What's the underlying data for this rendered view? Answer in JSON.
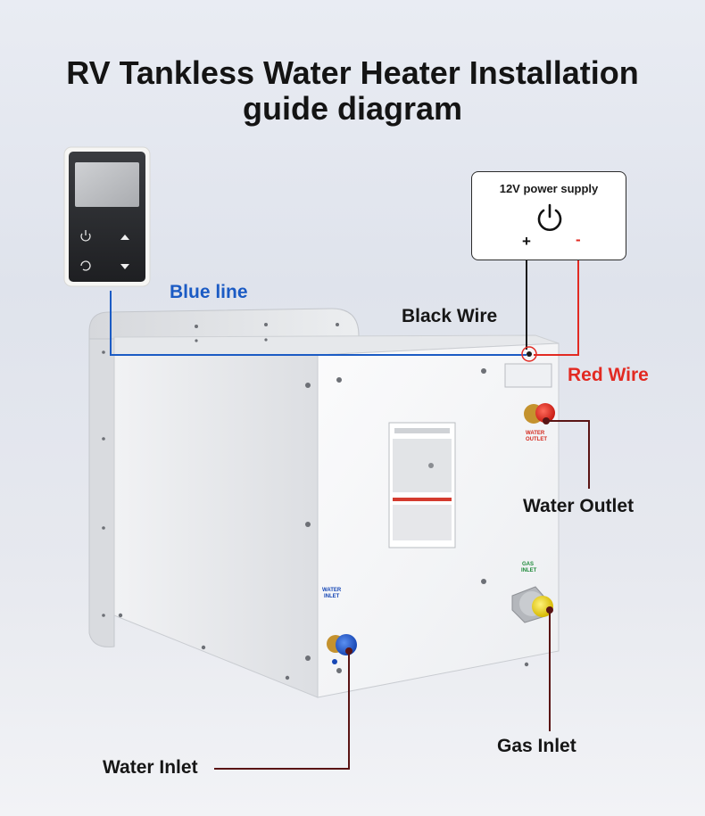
{
  "title": {
    "line1": "RV Tankless Water Heater Installation",
    "line2": "guide diagram"
  },
  "power_supply": {
    "title": "12V power supply",
    "plus": "+",
    "minus": "-",
    "icon": "power-icon"
  },
  "labels": {
    "blue_line": "Blue line",
    "black_wire": "Black Wire",
    "red_wire": "Red Wire",
    "water_outlet": "Water Outlet",
    "gas_inlet": "Gas Inlet",
    "water_inlet": "Water Inlet"
  },
  "unit_markings": {
    "water_outlet": [
      "WATER",
      "OUTLET"
    ],
    "gas_inlet": [
      "GAS",
      "INLET"
    ],
    "water_inlet": [
      "WATER",
      "INLET"
    ]
  },
  "controller": {
    "icons": [
      "power-icon",
      "up-arrow-icon",
      "cycle-icon",
      "down-arrow-icon"
    ]
  },
  "colors": {
    "blue_line": "#1b5bc4",
    "red_wire": "#e22a22",
    "black_wire": "#1a1a1a",
    "leader": "#5a1414",
    "outlet_cap": "#e53225",
    "inlet_cap": "#1f5fd6",
    "gas_cap": "#f2d400"
  }
}
